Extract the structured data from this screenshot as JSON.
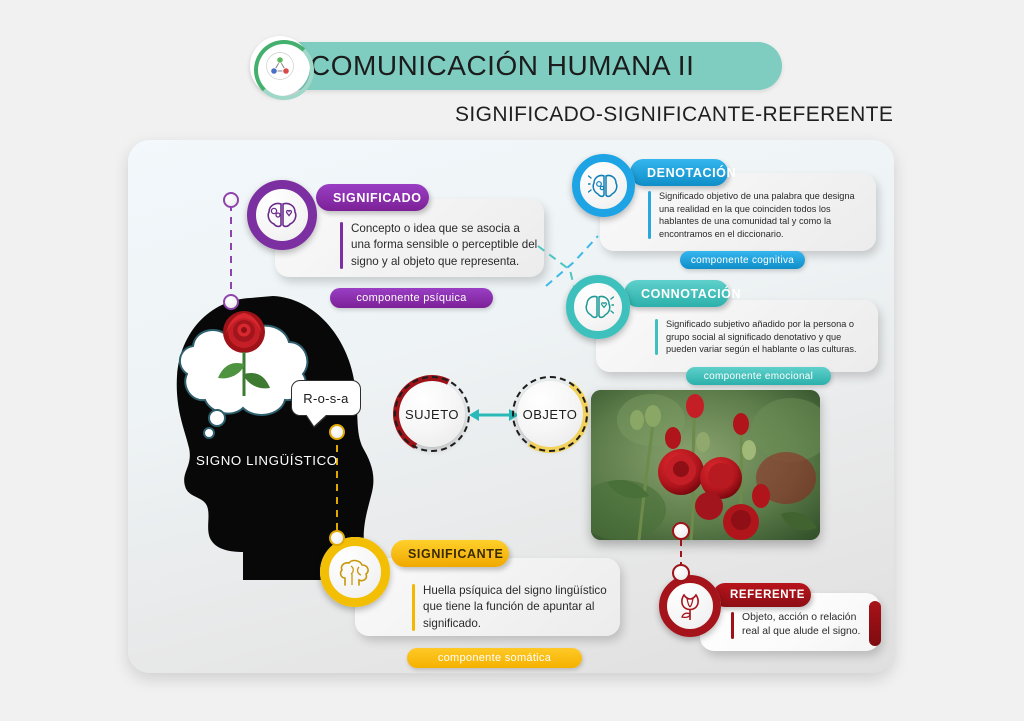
{
  "header": {
    "title": "COMUNICACIÓN HUMANA II",
    "subtitle": "SIGNIFICADO-SIGNIFICANTE-REFERENTE",
    "logo_icon": "people-network-icon",
    "band_color": "#7ecdc0",
    "logo_color": "#43b06d"
  },
  "cards": {
    "significado": {
      "ribbon": "SIGNIFICADO",
      "text": "Concepto o idea que se asocia a una forma sensible o perceptible del signo y al objeto que representa.",
      "pill": "componente psíquica",
      "icon": "brain-gear-heart-icon",
      "color": "#7c2fa0"
    },
    "denotacion": {
      "ribbon": "DENOTACIÓN",
      "text": "Significado objetivo de una palabra que designa una realidad en la que coinciden todos los hablantes de una comunidad tal y como la encontramos en el diccionario.",
      "pill": "componente cognitiva",
      "icon": "brain-gear-rays-icon",
      "color": "#1ea4e4"
    },
    "connotacion": {
      "ribbon": "CONNOTACIÓN",
      "text": "Significado subjetivo añadido por la persona o grupo social al significado denotativo y que pueden variar según el hablante o las culturas.",
      "pill": "componente emocional",
      "icon": "brain-heart-rays-icon",
      "color": "#3ec1bd"
    },
    "significante": {
      "ribbon": "SIGNIFICANTE",
      "text": "Huella psíquica del signo lingüístico que tiene la función de apuntar al significado.",
      "pill": "componente somática",
      "icon": "brain-icon",
      "color": "#f3bf05"
    },
    "referente": {
      "ribbon": "REFERENTE",
      "text": "Objeto, acción o relación real al que alude el signo.",
      "icon": "rose-flower-icon",
      "color": "#a5141b"
    }
  },
  "diagram": {
    "head_label": "SIGNO LINGÜÍSTICO",
    "speech_bubble": "R-o-s-a",
    "sujeto_label": "SUJETO",
    "objeto_label": "OBJETO",
    "sujeto_color": "#9e1218",
    "objeto_color": "#f2d25a",
    "arrow_color": "#2bb8b8",
    "thought_icon": "rose-thought-bubble-icon",
    "photo_caption": "red-roses-photo"
  }
}
